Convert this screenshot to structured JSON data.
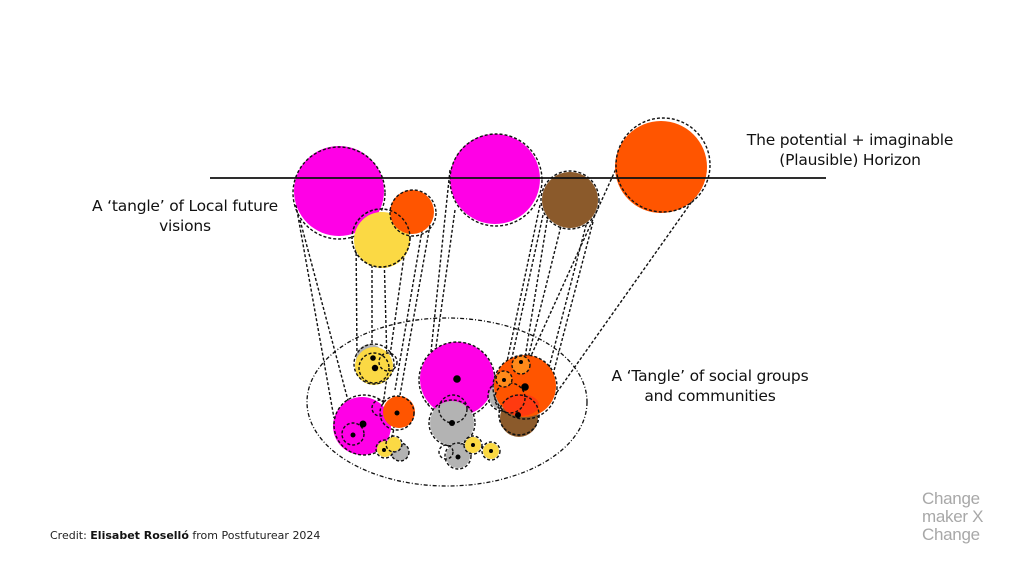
{
  "labels": {
    "horizon": {
      "line1": "The potential + imaginable",
      "line2": "(Plausible) Horizon"
    },
    "local_visions": {
      "line1": "A ‘tangle’ of Local future",
      "line2": "visions"
    },
    "social_groups": {
      "line1": "A ‘Tangle’ of social groups",
      "line2": "and communities"
    }
  },
  "credit": {
    "prefix": "Credit:",
    "author": "Elisabet Roselló",
    "suffix": "from Postfuturear 2024"
  },
  "logo": {
    "line1": "Change",
    "line2": "maker X",
    "line3": "Change"
  },
  "colors": {
    "magenta": "#ff00e6",
    "orange": "#ff5500",
    "brown": "#8b5a2b",
    "yellow": "#fbd944",
    "gray": "#b3b3b3",
    "red_orange": "#ff3a10",
    "light_orange": "#ff8a1a",
    "line": "#111111",
    "logo_gray": "#a8a8a8"
  },
  "diagram": {
    "top_circles": [
      {
        "id": "magenta-1",
        "color": "magenta"
      },
      {
        "id": "yellow-1",
        "color": "yellow"
      },
      {
        "id": "orange-1",
        "color": "orange"
      },
      {
        "id": "magenta-2",
        "color": "magenta"
      },
      {
        "id": "brown-1",
        "color": "brown"
      },
      {
        "id": "orange-2",
        "color": "orange"
      }
    ],
    "bottom_groups": [
      {
        "id": "yellow-group",
        "color": "yellow"
      },
      {
        "id": "magenta-group-left",
        "color": "magenta"
      },
      {
        "id": "orange-group-left",
        "color": "orange"
      },
      {
        "id": "magenta-group-center",
        "color": "magenta"
      },
      {
        "id": "gray-group-center",
        "color": "gray"
      },
      {
        "id": "orange-group-right",
        "color": "orange"
      },
      {
        "id": "brown-group-right",
        "color": "brown"
      }
    ]
  }
}
